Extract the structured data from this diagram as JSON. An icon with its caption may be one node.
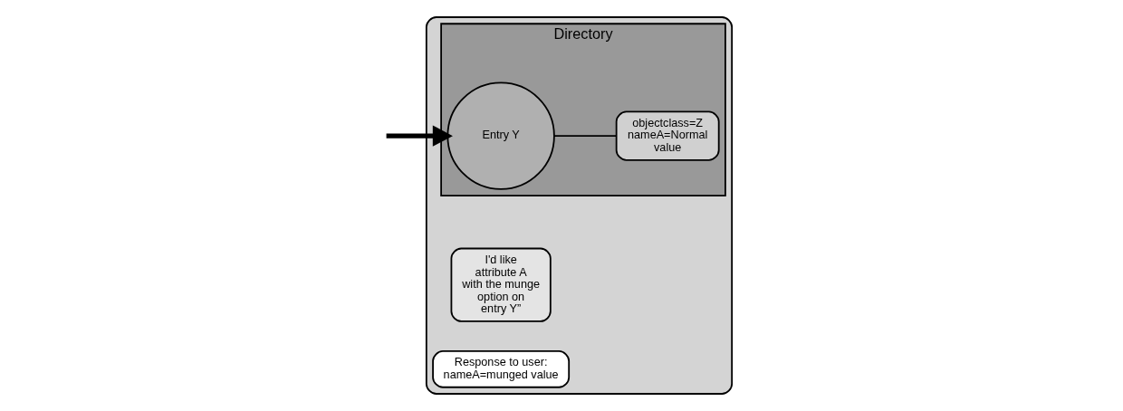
{
  "diagram": {
    "nodes": [
      {
        "text": [],
        "shape": "box"
      },
      {
        "text": [
          "Directory"
        ],
        "in": 0
      },
      {
        "text": [
          "I'd like attribute A with the munge option on entry Y”"
        ],
        "in": 0
      },
      {
        "text": [
          "Response to user:",
          "nameA=munged value"
        ],
        "in": 0
      },
      {
        "text": [
          "Entry Y"
        ],
        "in": 1
      },
      {
        "text": [
          "objectclass=Z nameA=Normal value"
        ],
        "in": 1
      }
    ],
    "edges": [
      {
        "from": null,
        "to": 4,
        "arrow": "to",
        "style": "thick"
      },
      {
        "from": 4,
        "to": 5,
        "arrow": "none"
      }
    ]
  }
}
